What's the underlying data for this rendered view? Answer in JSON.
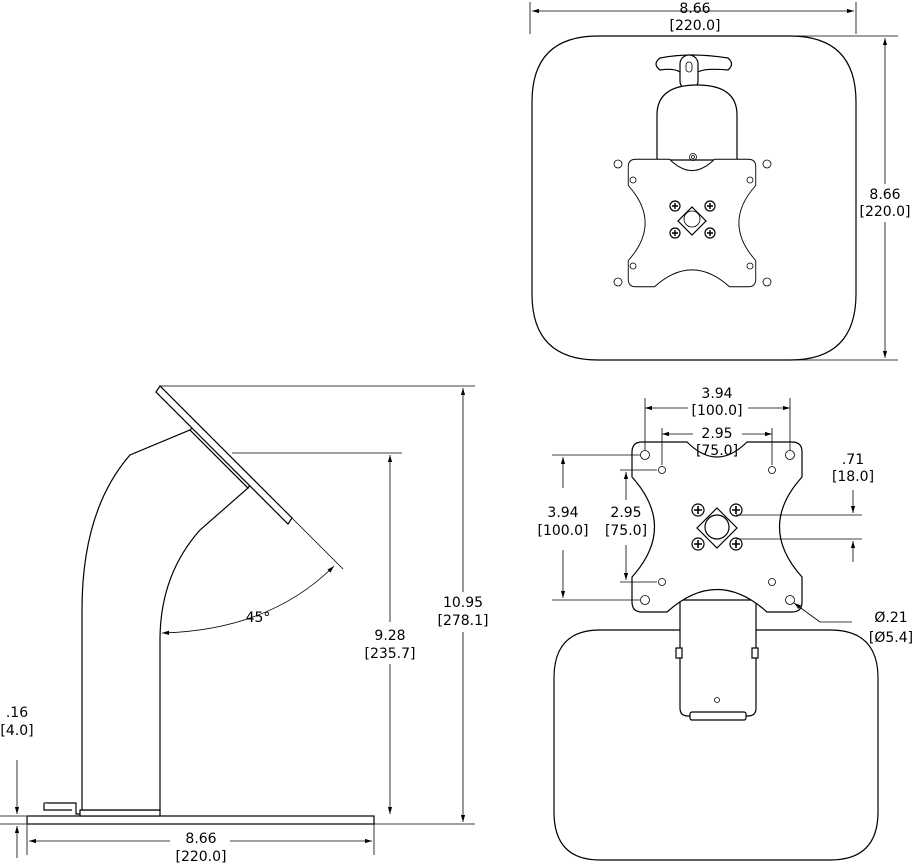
{
  "top_view": {
    "width": {
      "in": "8.66",
      "mm": "[220.0]"
    },
    "depth": {
      "in": "8.66",
      "mm": "[220.0]"
    }
  },
  "side_view": {
    "angle": "45°",
    "plate_height": {
      "in": ".16",
      "mm": "[4.0]"
    },
    "pivot_height": {
      "in": "9.28",
      "mm": "[235.7]"
    },
    "total_height": {
      "in": "10.95",
      "mm": "[278.1]"
    },
    "base_width": {
      "in": "8.66",
      "mm": "[220.0]"
    }
  },
  "front_view": {
    "vesa_outer_h": {
      "in": "3.94",
      "mm": "[100.0]"
    },
    "vesa_inner_h": {
      "in": "2.95",
      "mm": "[75.0]"
    },
    "vesa_outer_v": {
      "in": "3.94",
      "mm": "[100.0]"
    },
    "vesa_inner_v": {
      "in": "2.95",
      "mm": "[75.0]"
    },
    "screw_spacing": {
      "in": ".71",
      "mm": "[18.0]"
    },
    "hole_dia": {
      "in": "Ø.21",
      "mm": "[Ø5.4]"
    }
  }
}
